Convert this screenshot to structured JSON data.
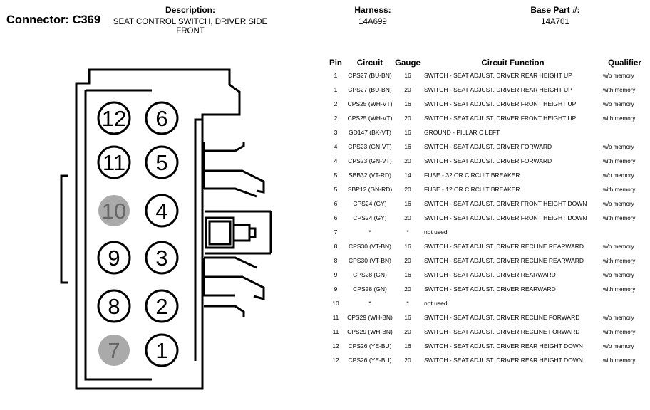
{
  "connector": {
    "label": "Connector: C369"
  },
  "description": {
    "title": "Description:",
    "value": "SEAT CONTROL SWITCH, DRIVER SIDE FRONT"
  },
  "harness": {
    "title": "Harness:",
    "value": "14A699"
  },
  "base_part": {
    "title": "Base Part #:",
    "value": "14A701"
  },
  "diagram": {
    "pins": [
      {
        "number": "12",
        "filled": false
      },
      {
        "number": "6",
        "filled": false
      },
      {
        "number": "11",
        "filled": false
      },
      {
        "number": "5",
        "filled": false
      },
      {
        "number": "10",
        "filled": true
      },
      {
        "number": "4",
        "filled": false
      },
      {
        "number": "9",
        "filled": false
      },
      {
        "number": "3",
        "filled": false
      },
      {
        "number": "8",
        "filled": false
      },
      {
        "number": "2",
        "filled": false
      },
      {
        "number": "7",
        "filled": true
      },
      {
        "number": "1",
        "filled": false
      }
    ],
    "empty_pin_color": "#aaaaaa"
  },
  "table": {
    "headers": [
      "Pin",
      "Circuit",
      "Gauge",
      "Circuit Function",
      "Qualifier"
    ],
    "rows": [
      {
        "pin": "1",
        "circuit": "CPS27 (BU-BN)",
        "gauge": "16",
        "function": "SWITCH - SEAT ADJUST. DRIVER REAR HEIGHT UP",
        "qualifier": "w/o memory"
      },
      {
        "pin": "1",
        "circuit": "CPS27 (BU-BN)",
        "gauge": "20",
        "function": "SWITCH - SEAT ADJUST. DRIVER REAR HEIGHT UP",
        "qualifier": "with memory"
      },
      {
        "pin": "2",
        "circuit": "CPS25 (WH-VT)",
        "gauge": "16",
        "function": "SWITCH - SEAT ADJUST. DRIVER FRONT HEIGHT UP",
        "qualifier": "w/o memory"
      },
      {
        "pin": "2",
        "circuit": "CPS25 (WH-VT)",
        "gauge": "20",
        "function": "SWITCH - SEAT ADJUST. DRIVER FRONT HEIGHT UP",
        "qualifier": "with memory"
      },
      {
        "pin": "3",
        "circuit": "GD147 (BK-VT)",
        "gauge": "16",
        "function": "GROUND - PILLAR C LEFT",
        "qualifier": ""
      },
      {
        "pin": "4",
        "circuit": "CPS23 (GN-VT)",
        "gauge": "16",
        "function": "SWITCH - SEAT ADJUST. DRIVER FORWARD",
        "qualifier": "w/o memory"
      },
      {
        "pin": "4",
        "circuit": "CPS23 (GN-VT)",
        "gauge": "20",
        "function": "SWITCH - SEAT ADJUST. DRIVER FORWARD",
        "qualifier": "with memory"
      },
      {
        "pin": "5",
        "circuit": "SBB32 (VT-RD)",
        "gauge": "14",
        "function": "FUSE - 32 OR CIRCUIT BREAKER",
        "qualifier": "w/o memory"
      },
      {
        "pin": "5",
        "circuit": "SBP12 (GN-RD)",
        "gauge": "20",
        "function": "FUSE - 12 OR CIRCUIT BREAKER",
        "qualifier": "with memory"
      },
      {
        "pin": "6",
        "circuit": "CPS24 (GY)",
        "gauge": "16",
        "function": "SWITCH - SEAT ADJUST. DRIVER FRONT HEIGHT DOWN",
        "qualifier": "w/o memory"
      },
      {
        "pin": "6",
        "circuit": "CPS24 (GY)",
        "gauge": "20",
        "function": "SWITCH - SEAT ADJUST. DRIVER FRONT HEIGHT DOWN",
        "qualifier": "with memory"
      },
      {
        "pin": "7",
        "circuit": "*",
        "gauge": "*",
        "function": "not used",
        "qualifier": ""
      },
      {
        "pin": "8",
        "circuit": "CPS30 (VT-BN)",
        "gauge": "16",
        "function": "SWITCH - SEAT ADJUST. DRIVER RECLINE REARWARD",
        "qualifier": "w/o memory"
      },
      {
        "pin": "8",
        "circuit": "CPS30 (VT-BN)",
        "gauge": "20",
        "function": "SWITCH - SEAT ADJUST. DRIVER RECLINE REARWARD",
        "qualifier": "with memory"
      },
      {
        "pin": "9",
        "circuit": "CPS28 (GN)",
        "gauge": "16",
        "function": "SWITCH - SEAT ADJUST. DRIVER REARWARD",
        "qualifier": "w/o memory"
      },
      {
        "pin": "9",
        "circuit": "CPS28 (GN)",
        "gauge": "20",
        "function": "SWITCH - SEAT ADJUST. DRIVER REARWARD",
        "qualifier": "with memory"
      },
      {
        "pin": "10",
        "circuit": "*",
        "gauge": "*",
        "function": "not used",
        "qualifier": ""
      },
      {
        "pin": "11",
        "circuit": "CPS29 (WH-BN)",
        "gauge": "16",
        "function": "SWITCH - SEAT ADJUST. DRIVER RECLINE FORWARD",
        "qualifier": "w/o memory"
      },
      {
        "pin": "11",
        "circuit": "CPS29 (WH-BN)",
        "gauge": "20",
        "function": "SWITCH - SEAT ADJUST. DRIVER RECLINE FORWARD",
        "qualifier": "with memory"
      },
      {
        "pin": "12",
        "circuit": "CPS26 (YE-BU)",
        "gauge": "16",
        "function": "SWITCH - SEAT ADJUST. DRIVER REAR HEIGHT DOWN",
        "qualifier": "w/o memory"
      },
      {
        "pin": "12",
        "circuit": "CPS26 (YE-BU)",
        "gauge": "20",
        "function": "SWITCH - SEAT ADJUST. DRIVER REAR HEIGHT DOWN",
        "qualifier": "with memory"
      }
    ]
  }
}
